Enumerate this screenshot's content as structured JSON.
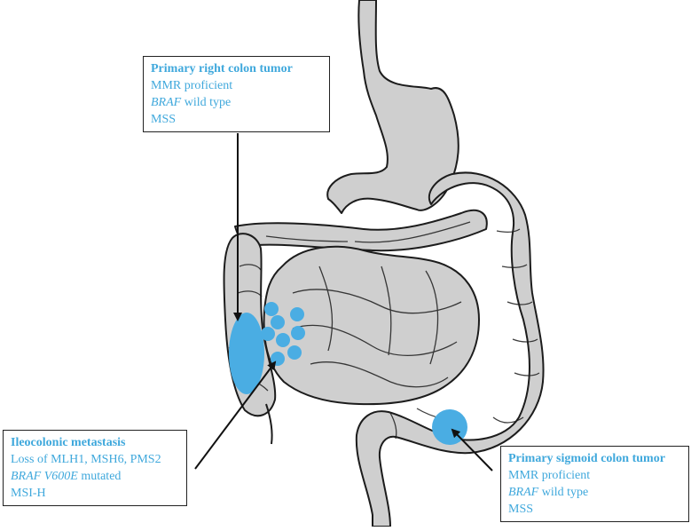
{
  "colors": {
    "tumor": "#4aade3",
    "organ_fill": "#cfcfcf",
    "organ_stroke": "#1c1c1c",
    "label_text": "#3fa8dc",
    "leader": "#111111"
  },
  "labels": {
    "primary_right": {
      "title": "Primary right colon tumor",
      "line1": "MMR proficient",
      "line2_gene": "BRAF",
      "line2_rest": " wild type",
      "line3": "MSS"
    },
    "ileocolonic": {
      "title": "Ileocolonic metastasis",
      "line1": "Loss of MLH1, MSH6, PMS2",
      "line2_gene": "BRAF V600E",
      "line2_rest": " mutated",
      "line3": "MSI-H"
    },
    "primary_sigmoid": {
      "title": "Primary sigmoid colon tumor",
      "line1": "MMR proficient",
      "line2_gene": "BRAF",
      "line2_rest": " wild type",
      "line3": "MSS"
    }
  },
  "icons": [
    "stomach-icon",
    "colon-icon",
    "small-intestine-icon",
    "tumor-mass-icon",
    "metastasis-nodule-icon"
  ]
}
